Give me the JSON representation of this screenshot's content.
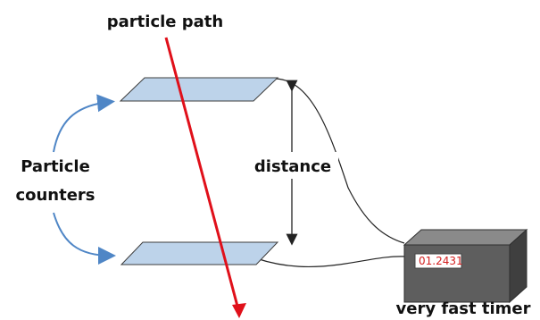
{
  "labels": {
    "particle_path": "particle path",
    "distance": "distance",
    "counters_line1": "Particle",
    "counters_line2": "counters",
    "timer": "very fast timer"
  },
  "timer_display": "01.2431",
  "colors": {
    "particle_path": "#e0101a",
    "plate_fill": "#bdd3ea",
    "plate_stroke": "#3c3c3c",
    "arrow_blue": "#4f86c6",
    "timer_front": "#5e5e5e",
    "timer_top": "#8a8a8a",
    "timer_side": "#3f3f3f",
    "timer_display_text": "#d42020"
  }
}
